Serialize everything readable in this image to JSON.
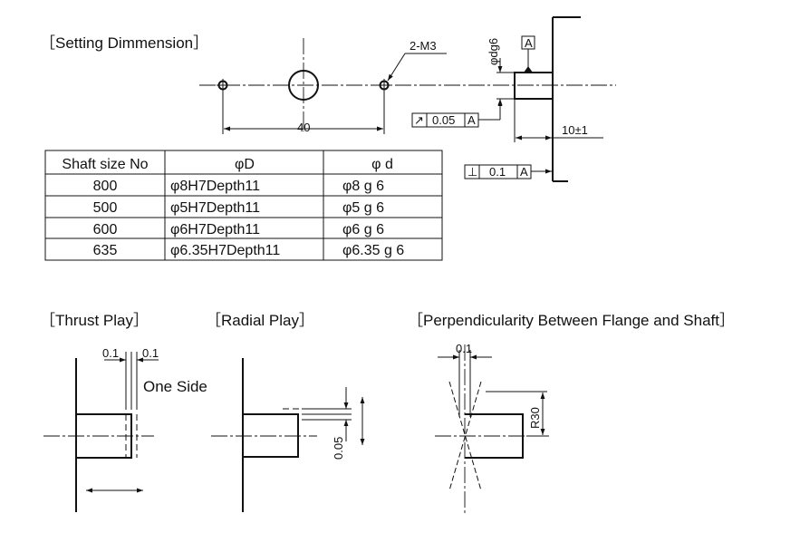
{
  "setting": {
    "title": "［Setting Dimmension］",
    "hole_callout": "2-M3",
    "spacing": "40",
    "shaft_dia": "φdg6",
    "datum": "A",
    "runout_value": "0.05",
    "runout_datum": "A",
    "flange_gap": "10±1",
    "perp_value": "0.1",
    "perp_datum": "A",
    "runout_symbol": "↗",
    "perp_symbol": "⊥"
  },
  "table": {
    "headers": [
      "Shaft size No",
      "φD",
      "φ d"
    ],
    "rows": [
      [
        "800",
        "φ8H7Depth11",
        "φ8 g 6"
      ],
      [
        "500",
        "φ5H7Depth11",
        "φ5 g 6"
      ],
      [
        "600",
        "φ6H7Depth11",
        "φ6 g 6"
      ],
      [
        "635",
        "φ6.35H7Depth11",
        "φ6.35 g 6"
      ]
    ]
  },
  "thrust": {
    "title": "［Thrust Play］",
    "left_value": "0.1",
    "right_value": "0.1",
    "note": "One Side"
  },
  "radial": {
    "title": "［Radial Play］",
    "value": "0.05"
  },
  "perp": {
    "title": "［Perpendicularity Between Flange and Shaft］",
    "value": "0.1",
    "radius": "R30"
  }
}
